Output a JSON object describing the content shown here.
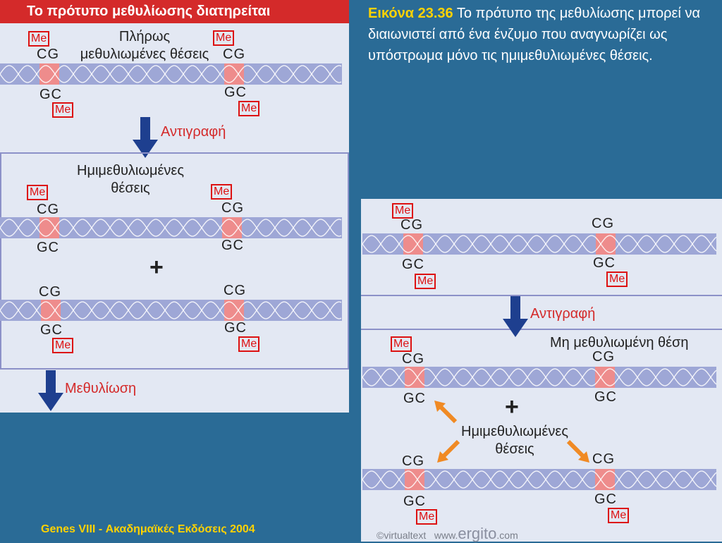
{
  "left": {
    "title": "Το πρότυπο μεθυλίωσης διατηρείται",
    "top_label": "Πλήρως\nμεθυλιωμένες θέσεις",
    "replication": "Αντιγραφή",
    "hemi_label": "Ημιμεθυλιωμένες\nθέσεις",
    "plus": "+",
    "methylation": "Μεθυλίωση"
  },
  "right": {
    "replication": "Αντιγραφή",
    "unmethylated": "Μη μεθυλιωμένη θέση",
    "plus": "+",
    "hemi_label": "Ημιμεθυλιωμένες\nθέσεις"
  },
  "labels": {
    "me": "Me",
    "cg": "CG",
    "gc": "GC"
  },
  "caption": {
    "fig": "Εικόνα 23.36",
    "text": " Το πρότυπο της μεθυλίωσης μπορεί να διαιωνιστεί από ένα ένζυμο που αναγνωρίζει ως υπόστρωμα μόνο τις ημιμεθυλιωμένες θέσεις."
  },
  "footer": "Genes VIII - Ακαδημαϊκές Εκδόσεις 2004",
  "credit": {
    "a": "©virtualtext",
    "b": "www.",
    "c": "ergito",
    "d": ".com"
  },
  "colors": {
    "bg": "#2a6b96",
    "panel": "#e3e8f3",
    "helix": "#9ea7d6",
    "site": "#ee8c8c",
    "arrow": "#1e3f8f",
    "orange": "#f08a24",
    "red": "#d42a2a"
  }
}
